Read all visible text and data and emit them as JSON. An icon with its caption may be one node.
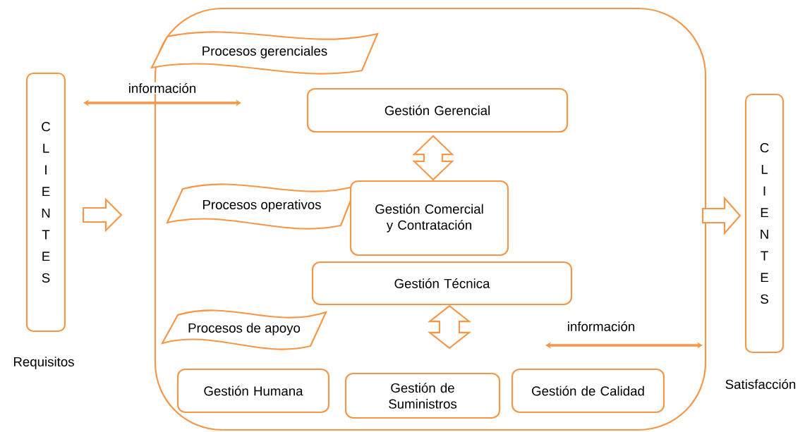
{
  "diagram": {
    "nodes": [
      {
        "text": [
          "C L I E N T E S"
        ],
        "beside": [
          "Requisitos"
        ]
      },
      {
        "text": [],
        "shape": "box"
      },
      {
        "text": [
          "Procesos gerenciales"
        ],
        "in": 1
      },
      {
        "text": [
          "Gestión Gerencial"
        ],
        "in": 1
      },
      {
        "text": [
          "Procesos  operativos"
        ],
        "in": 1
      },
      {
        "text": [
          "Gestión Comercial y Contratación"
        ],
        "in": 1
      },
      {
        "text": [
          "Gestión Técnica"
        ],
        "in": 1
      },
      {
        "text": [
          "Procesos de apoyo"
        ],
        "in": 1
      },
      {
        "text": [
          "Gestión Humana"
        ],
        "in": 1
      },
      {
        "text": [
          "Gestión de Suministros"
        ],
        "in": 1
      },
      {
        "text": [
          "Gestión de Calidad"
        ],
        "in": 1
      },
      {
        "text": [
          "C L I E N T E S"
        ],
        "beside": [
          "Satisfacción"
        ]
      }
    ],
    "edges": [
      {
        "from": 3,
        "to": 5,
        "arrow": "both"
      },
      {
        "from": 6,
        "to": 9,
        "arrow": "both"
      },
      {
        "from": 0,
        "to": null,
        "arrow": "both",
        "label": "información"
      },
      {
        "from": null,
        "to": 11,
        "arrow": "both",
        "label": "información"
      },
      {
        "from": 0,
        "to": 1,
        "arrow": "to"
      },
      {
        "from": 1,
        "to": 11,
        "arrow": "to"
      }
    ]
  }
}
